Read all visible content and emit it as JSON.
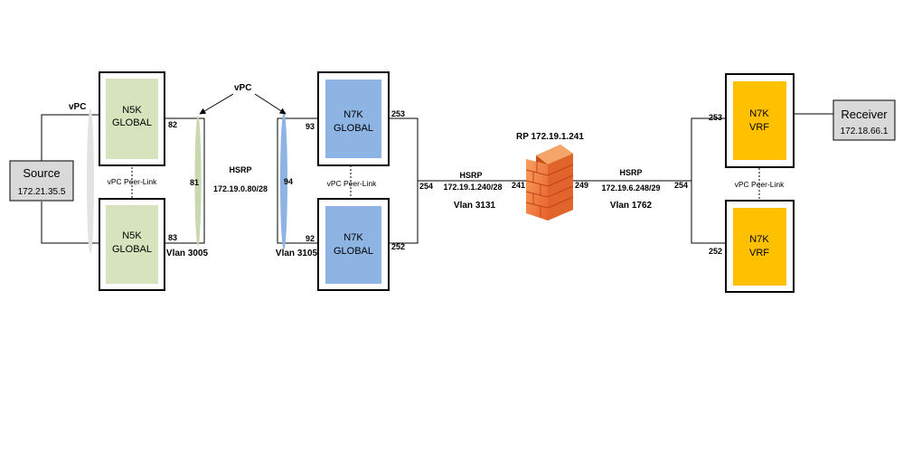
{
  "source": {
    "title": "Source",
    "ip": "172.21.35.5"
  },
  "receiver": {
    "title": "Receiver",
    "ip": "172.18.66.1"
  },
  "n5k_top": {
    "line1": "N5K",
    "line2": "GLOBAL"
  },
  "n5k_bottom": {
    "line1": "N5K",
    "line2": "GLOBAL"
  },
  "n7k_top": {
    "line1": "N7K",
    "line2": "GLOBAL"
  },
  "n7k_bottom": {
    "line1": "N7K",
    "line2": "GLOBAL"
  },
  "n7k_vrf_top": {
    "line1": "N7K",
    "line2": "VRF"
  },
  "n7k_vrf_bottom": {
    "line1": "N7K",
    "line2": "VRF"
  },
  "labels": {
    "vpc_left": "vPC",
    "vpc_center": "vPC",
    "peer_link_n5k": "vPC Peer-Link",
    "peer_link_n7k": "vPC Peer-Link",
    "peer_link_vrf": "vPC Peer-Link",
    "hsrp1": "HSRP",
    "hsrp1_net": "172.19.0.80/28",
    "vlan1": "Vlan 3005",
    "vlan2": "Vlan 3105",
    "hsrp2": "HSRP",
    "hsrp2_net": "172.19.1.240/28",
    "vlan3": "Vlan 3131",
    "rp": "RP  172.19.1.241",
    "hsrp3": "HSRP",
    "hsrp3_net": "172.19.6.248/29",
    "vlan4": "Vlan 1762"
  },
  "ports": {
    "n5k_top": "82",
    "n5k_mid": "81",
    "n5k_bottom": "83",
    "n7k_top_in": "93",
    "n7k_mid_in": "94",
    "n7k_bottom_in": "92",
    "n7k_top_out": "253",
    "n7k_bottom_out": "252",
    "n7k_mid_out": "254",
    "fw_in": "241",
    "fw_out": "249",
    "vrf_mid_in": "254",
    "vrf_top_in": "253",
    "vrf_bottom_in": "252"
  },
  "colors": {
    "n5k_fill": "#d6e3bc",
    "n7k_fill": "#8eb4e3",
    "vrf_fill": "#ffc000",
    "host_fill": "#d9d9d9",
    "firewall": "#f07b3f"
  },
  "icons": {
    "firewall": "firewall-icon"
  }
}
